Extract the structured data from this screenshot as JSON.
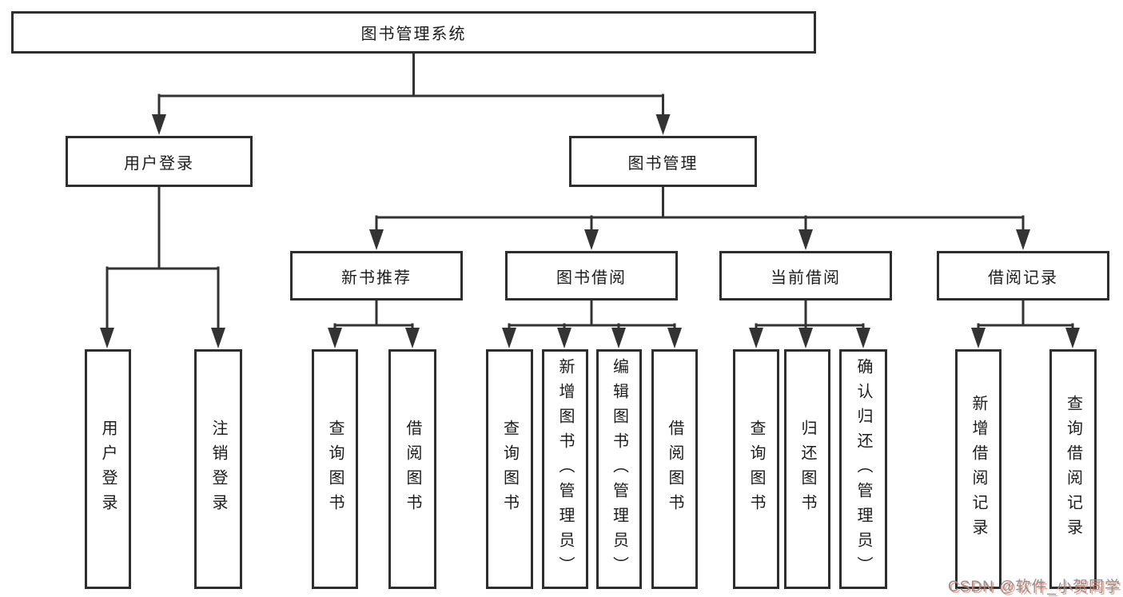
{
  "diagram": {
    "root": {
      "label": "图书管理系统"
    },
    "children": [
      {
        "label": "用户登录",
        "children": [
          "用户登录",
          "注销登录"
        ]
      },
      {
        "label": "图书管理",
        "children": [
          {
            "label": "新书推荐",
            "children": [
              "查询图书",
              "借阅图书"
            ]
          },
          {
            "label": "图书借阅",
            "children": [
              "查询图书",
              "新增图书（管理员）",
              "编辑图书（管理员）",
              "借阅图书"
            ]
          },
          {
            "label": "当前借阅",
            "children": [
              "查询图书",
              "归还图书",
              "确认归还（管理员）"
            ]
          },
          {
            "label": "借阅记录",
            "children": [
              "新增借阅记录",
              "查询借阅记录"
            ]
          }
        ]
      }
    ]
  },
  "colors": {
    "line": "#333333",
    "box_border": "#2e2e2e",
    "box_fill": "#ffffff",
    "text": "#1c1c1c",
    "watermark_text": "#8f8f93",
    "watermark_shadow": "#fc5531"
  },
  "watermark": {
    "text": "CSDN @软件_小贺同学"
  }
}
